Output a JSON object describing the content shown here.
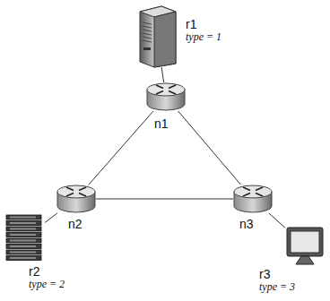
{
  "diagram": {
    "nodes": [
      {
        "text": [
          "r1",
          "type = 1"
        ]
      },
      {
        "text": [
          "n1"
        ]
      },
      {
        "text": [
          "n2"
        ]
      },
      {
        "text": [
          "n3"
        ]
      },
      {
        "text": [
          "r2",
          "type = 2"
        ]
      },
      {
        "text": [
          "r3",
          "type = 3"
        ]
      }
    ],
    "edges": [
      {
        "from": 0,
        "to": 1,
        "arrow": "none"
      },
      {
        "from": 1,
        "to": 2,
        "arrow": "none"
      },
      {
        "from": 1,
        "to": 3,
        "arrow": "none"
      },
      {
        "from": 2,
        "to": 3,
        "arrow": "none"
      },
      {
        "from": 2,
        "to": 4,
        "arrow": "none"
      },
      {
        "from": 3,
        "to": 5,
        "arrow": "none"
      }
    ]
  }
}
